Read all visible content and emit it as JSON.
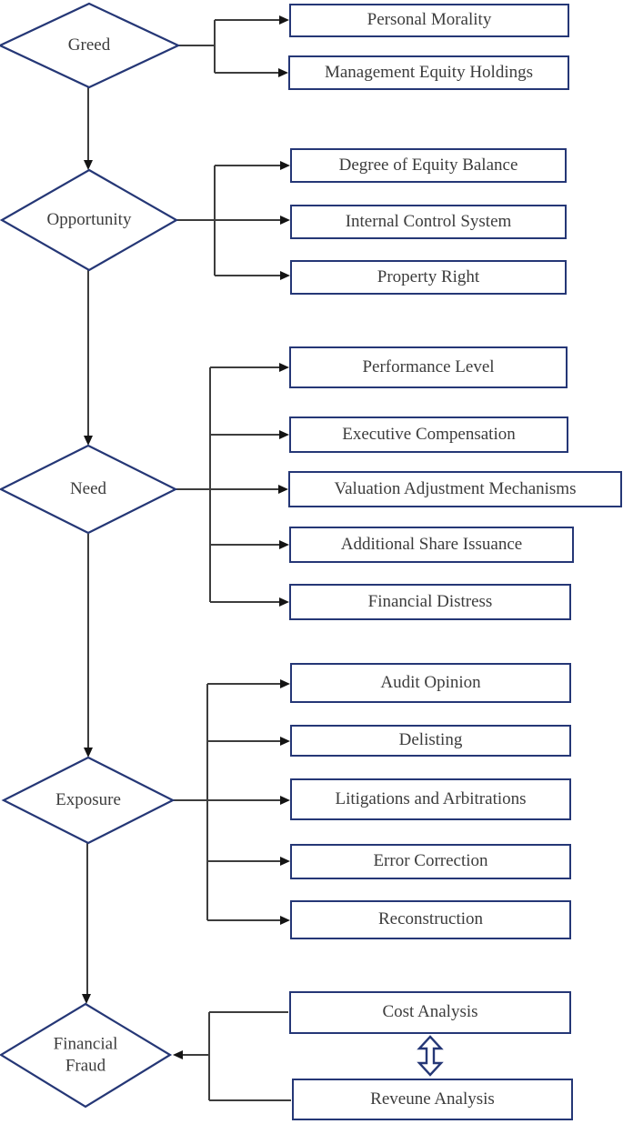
{
  "flow": {
    "stages": [
      {
        "label": "Greed",
        "factors": [
          "Personal Morality",
          "Management Equity Holdings"
        ]
      },
      {
        "label": "Opportunity",
        "factors": [
          "Degree of Equity Balance",
          "Internal Control System",
          "Property Right"
        ]
      },
      {
        "label": "Need",
        "factors": [
          "Performance Level",
          "Executive Compensation",
          "Valuation Adjustment Mechanisms",
          "Additional Share Issuance",
          "Financial Distress"
        ]
      },
      {
        "label": "Exposure",
        "factors": [
          "Audit Opinion",
          "Delisting",
          "Litigations and Arbitrations",
          "Error Correction",
          "Reconstruction"
        ]
      },
      {
        "label": "Financial Fraud",
        "factors": [
          "Cost Analysis",
          "Reveune Analysis"
        ]
      }
    ],
    "colors": {
      "shape_border": "#253776",
      "connector_line": "#3d3d3d",
      "arrowhead": "#141414",
      "text": "#3c3c3c",
      "background": "#ffffff"
    },
    "icons": {
      "double_arrow": "up-down-double-arrow"
    }
  }
}
